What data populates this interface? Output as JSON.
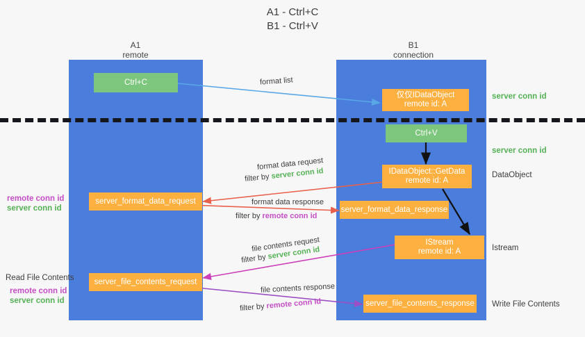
{
  "title_lines": [
    "A1 - Ctrl+C",
    "B1 - Ctrl+V"
  ],
  "colors": {
    "lane": "#4a7ddc",
    "green_box": "#7dc67d",
    "orange_box": "#fbb040",
    "green_text": "#56b156",
    "purple_text": "#c44fc4",
    "blue_arrow": "#5aa7e8",
    "red_arrow": "#e8614c",
    "magenta_arrow": "#cc3fb8",
    "purple_arrow": "#9b4fc4",
    "black_arrow": "#111111",
    "background": "#f7f7f7"
  },
  "columns": [
    {
      "name": "A1",
      "sub": "remote"
    },
    {
      "name": "B1",
      "sub": "connection"
    }
  ],
  "boxes": {
    "ctrl_c": {
      "line1": "Ctrl+C"
    },
    "ole_dataobject": {
      "line1": "仅仅IDataObject",
      "line2": "remote id: A"
    },
    "ctrl_v": {
      "line1": "Ctrl+V"
    },
    "getdata": {
      "line1": "IDataObject::GetData",
      "line2": "remote id: A"
    },
    "istream": {
      "line1": "IStream",
      "line2": "remote id: A"
    },
    "server_format_data_request": {
      "line1": "server_format_data_request"
    },
    "server_format_data_response": {
      "line1": "server_format_data_response"
    },
    "server_file_contents_request": {
      "line1": "server_file_contents_request"
    },
    "server_file_contents_response": {
      "line1": "server_file_contents_response"
    }
  },
  "edge_labels": {
    "format_list": "format list",
    "format_data_request": "format data request",
    "format_data_request_filter_prefix": "filter by ",
    "format_data_request_filter_key": "server conn id",
    "format_data_response": "format data response",
    "format_data_response_filter_prefix": "filter by ",
    "format_data_response_filter_key": "remote conn id",
    "file_contents_request": "file contents request",
    "file_contents_request_filter_prefix": "filter by ",
    "file_contents_request_filter_key": "server conn id",
    "file_contents_response": "file contents response",
    "file_contents_response_filter_prefix": "filter by ",
    "file_contents_response_filter_key": "remote conn id"
  },
  "right_labels": {
    "server_conn_id_top": "server conn id",
    "server_conn_id_mid": "server conn id",
    "dataobject": "DataObject",
    "istream": "Istream",
    "write_file_contents": "Write File Contents"
  },
  "left_labels": {
    "remote_conn_id_1": "remote conn id",
    "server_conn_id_1": "server conn id",
    "read_file_contents": "Read File Contents",
    "remote_conn_id_2": "remote conn id",
    "server_conn_id_2": "server conn id"
  }
}
